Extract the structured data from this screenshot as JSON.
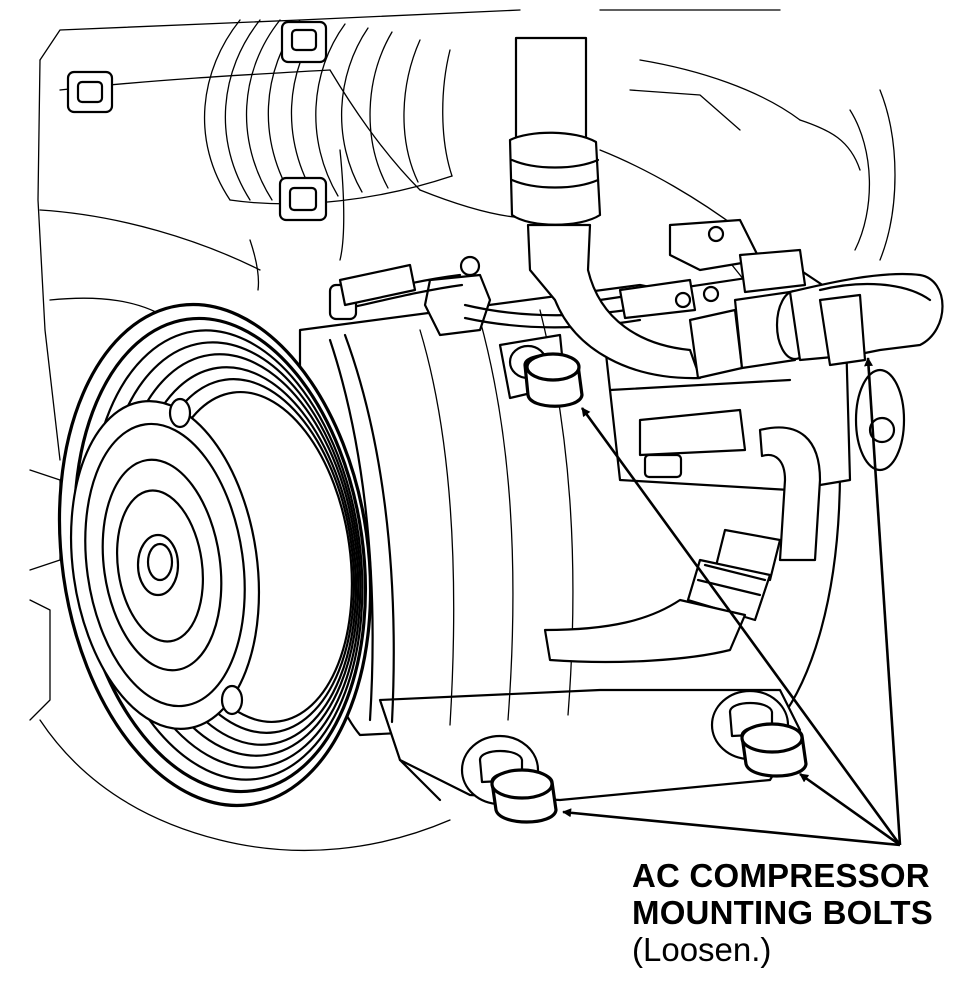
{
  "callout": {
    "line1": "AC COMPRESSOR",
    "line2": "MOUNTING BOLTS",
    "line3": "(Loosen.)"
  },
  "colors": {
    "ink": "#000000",
    "paper": "#ffffff"
  }
}
